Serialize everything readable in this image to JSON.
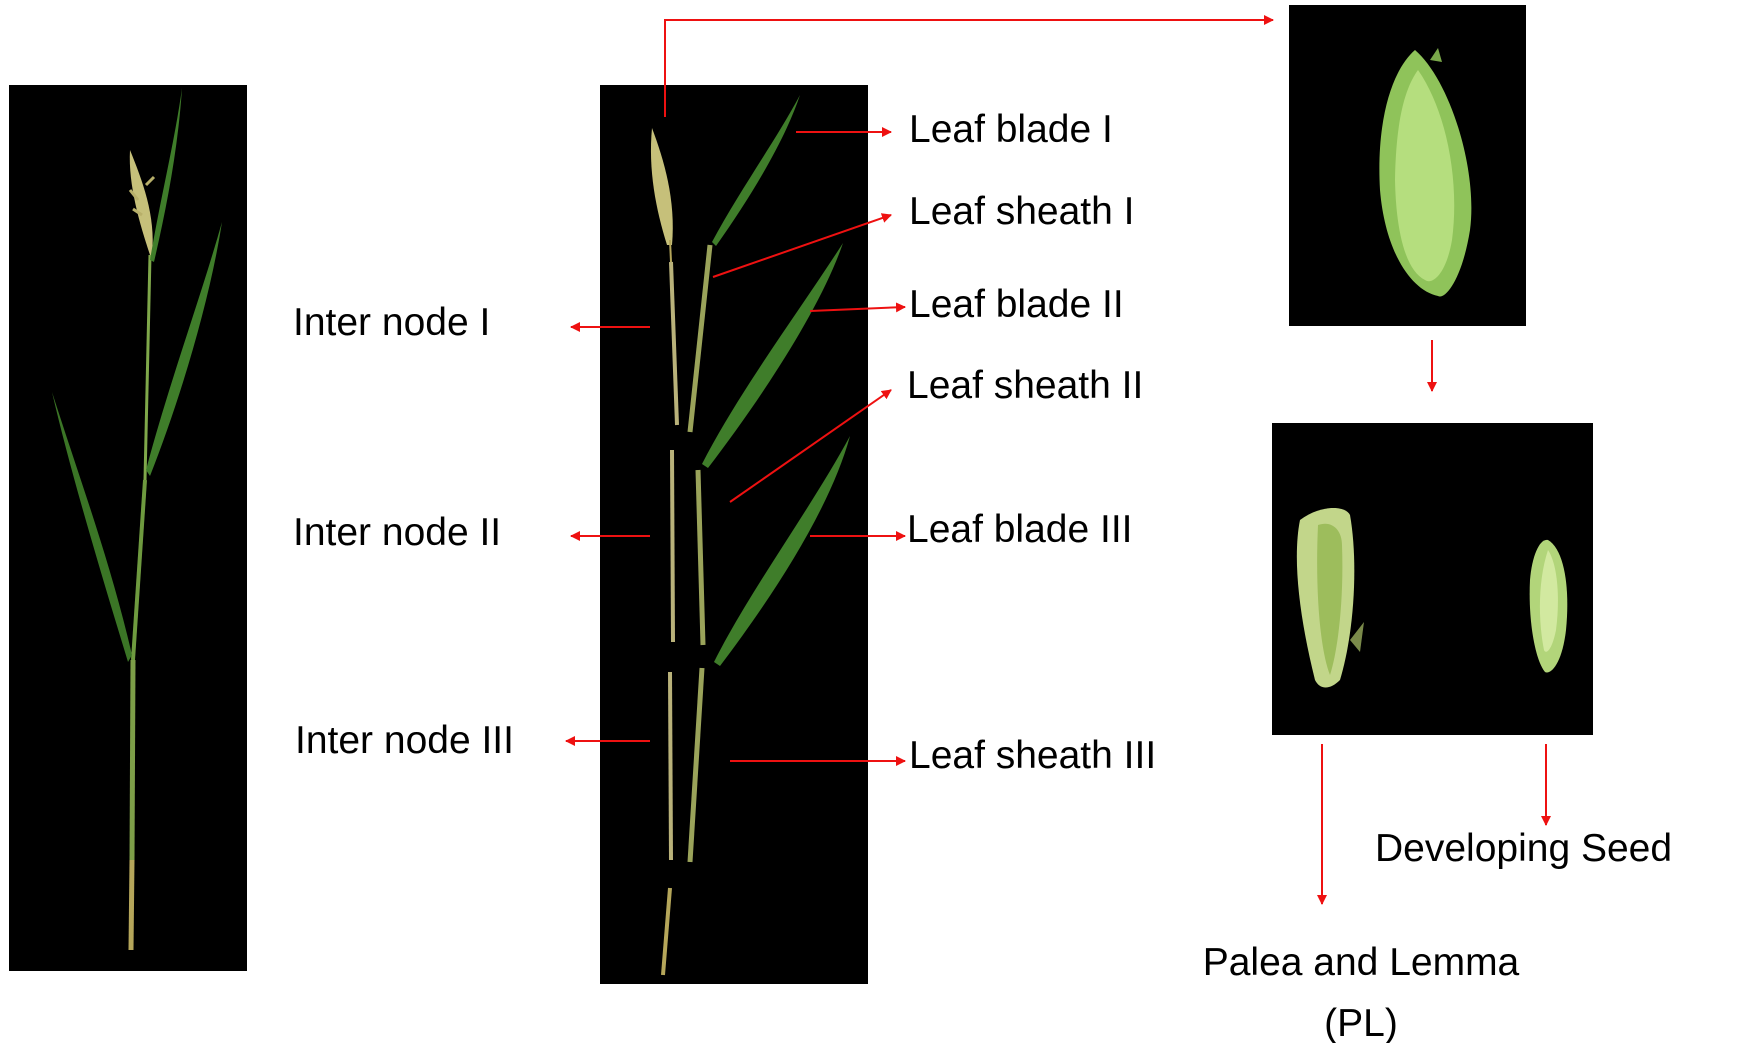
{
  "colors": {
    "background": "#ffffff",
    "photo_background": "#000000",
    "arrow": "#ee1111",
    "leaf_green": "#3f7d2a",
    "stem_green": "#8aa35a",
    "panicle_yellow": "#c6c07a",
    "seed_green": "#9ccf68",
    "seed_light": "#c2e08a",
    "label_text": "#000000"
  },
  "photos": {
    "whole_plant": {
      "icon": "rice-plant-photo"
    },
    "dissected_plant": {
      "icon": "dissected-rice-tiller-photo"
    },
    "spikelet": {
      "icon": "rice-spikelet-photo"
    },
    "dissected_spikelet": {
      "icon": "palea-lemma-and-seed-photo"
    }
  },
  "labels": {
    "leaf_blade_1": "Leaf blade I",
    "leaf_sheath_1": "Leaf sheath I",
    "leaf_blade_2": "Leaf blade II",
    "leaf_sheath_2": "Leaf sheath II",
    "leaf_blade_3": "Leaf blade III",
    "leaf_sheath_3": "Leaf sheath III",
    "internode_1": "Inter node I",
    "internode_2": "Inter node II",
    "internode_3": "Inter node III",
    "developing_seed": "Developing Seed",
    "palea_lemma_line1": "Palea and Lemma",
    "palea_lemma_line2": "(PL)"
  }
}
